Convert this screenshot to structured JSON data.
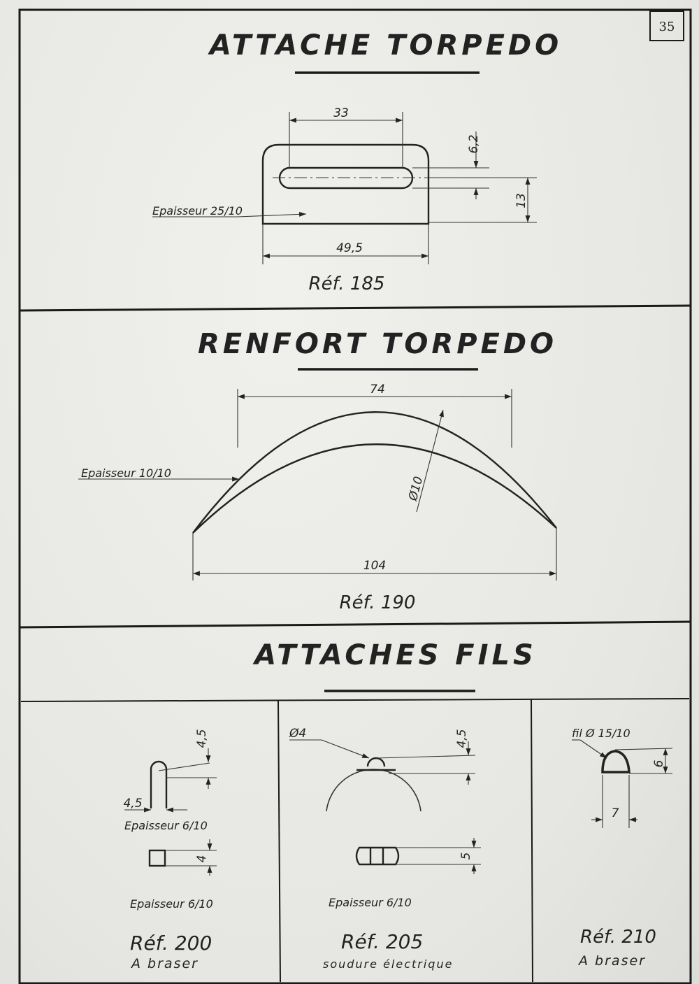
{
  "page_number": "35",
  "sections": {
    "attache_torpedo": {
      "title": "ATTACHE   TORPEDO",
      "dim_slot_length": "33",
      "dim_slot_width": "6,2",
      "dim_height": "13",
      "dim_total_width": "49,5",
      "thickness_note": "Epaisseur 25/10",
      "ref": "Réf. 185"
    },
    "renfort_torpedo": {
      "title": "RENFORT   TORPEDO",
      "dim_top": "74",
      "dim_bottom": "104",
      "dim_diameter": "Ø10",
      "thickness_note": "Epaisseur 10/10",
      "ref": "Réf. 190"
    },
    "attaches_fils": {
      "title": "ATTACHES   FILS",
      "ref200": {
        "dim_height": "4,5",
        "dim_width": "4,5",
        "thickness_top": "Epaisseur  6/10",
        "dim_square": "4",
        "thickness_bottom": "Epaisseur 6/10",
        "ref": "Réf. 200",
        "note": "A  braser"
      },
      "ref205": {
        "dim_diameter": "Ø4",
        "dim_height": "4,5",
        "dim_bar": "5",
        "thickness": "Epaisseur 6/10",
        "ref": "Réf. 205",
        "note": "soudure électrique"
      },
      "ref210": {
        "wire_note": "fil Ø 15/10",
        "dim_height": "6",
        "dim_width": "7",
        "ref": "Réf. 210",
        "note": "A  braser"
      }
    }
  }
}
